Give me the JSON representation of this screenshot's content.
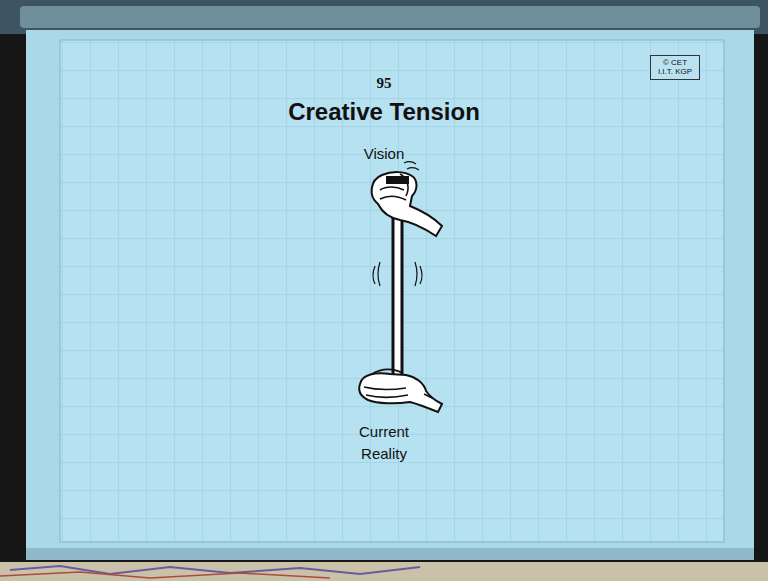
{
  "diagram": {
    "title": "Creative Tension",
    "nodes": [
      {
        "text": [
          "© CET I.I.T. KGP"
        ]
      }
    ],
    "labels": [
      "95",
      "Vision",
      "Current Reality"
    ]
  }
}
